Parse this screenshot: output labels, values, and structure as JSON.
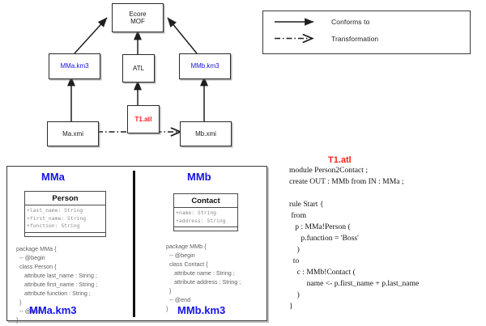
{
  "diagram": {
    "nodes": [
      {
        "id": "ecore",
        "label": "Ecore\nMOF",
        "label_line1": "Ecore",
        "label_line2": "MOF",
        "color": "black"
      },
      {
        "id": "mma_km3",
        "label": "MMa.km3",
        "color": "blue"
      },
      {
        "id": "atl",
        "label": "ATL",
        "color": "black"
      },
      {
        "id": "mmb_km3",
        "label": "MMb.km3",
        "color": "blue"
      },
      {
        "id": "ma_xmi",
        "label": "Ma.xmi",
        "color": "black"
      },
      {
        "id": "t1_atl",
        "label": "T1.atl",
        "color": "red"
      },
      {
        "id": "mb_xmi",
        "label": "Mb.xmi",
        "color": "black"
      }
    ],
    "edges": [
      {
        "from": "mma_km3",
        "to": "ecore",
        "kind": "conforms-to"
      },
      {
        "from": "atl",
        "to": "ecore",
        "kind": "conforms-to"
      },
      {
        "from": "mmb_km3",
        "to": "ecore",
        "kind": "conforms-to"
      },
      {
        "from": "ma_xmi",
        "to": "mma_km3",
        "kind": "conforms-to"
      },
      {
        "from": "t1_atl",
        "to": "atl",
        "kind": "conforms-to"
      },
      {
        "from": "mb_xmi",
        "to": "mmb_km3",
        "kind": "conforms-to"
      },
      {
        "from": "ma_xmi",
        "to": "mb_xmi",
        "kind": "transformation"
      }
    ]
  },
  "legend": {
    "items": [
      {
        "label": "Conforms to",
        "style": "solid-arrow"
      },
      {
        "label": "Transformation",
        "style": "dash-dot-arrow"
      }
    ]
  },
  "panel": {
    "left": {
      "title": "MMa",
      "footer": "MMa.km3",
      "uml": {
        "class_name": "Person",
        "attributes": [
          "+last_name: String",
          "+first_name: String",
          "+function: String"
        ]
      },
      "code": "package MMa {\n  -- @begin\n  class Person {\n     attribute last_name : String ;\n     attribute first_name : String ;\n     attribute function : String ;\n  }\n  -- @end\n}"
    },
    "right": {
      "title": "MMb",
      "footer": "MMb.km3",
      "uml": {
        "class_name": "Contact",
        "attributes": [
          "+name: String",
          "+address: String"
        ]
      },
      "code": "package MMb {\n  -- @begin\n  class Contact {\n     attribute name : String ;\n     attribute address : String ;\n  }\n  -- @end\n}"
    }
  },
  "atl": {
    "title": "T1.atl",
    "code": "module Person2Contact ;\ncreate OUT : MMb from IN : MMa ;\n\nrule Start {\n from\n   p : MMa!Person (\n      p.function = 'Boss'\n    )\n  to\n    c : MMb!Contact (\n         name <- p.first_name + p.last_name\n    )\n}"
  },
  "colors": {
    "blue": "#1414e6",
    "red": "#ff2020",
    "black": "#1a1a1a",
    "code_gray": "#5f5f5f",
    "attr_gray": "#8c8c8c"
  }
}
